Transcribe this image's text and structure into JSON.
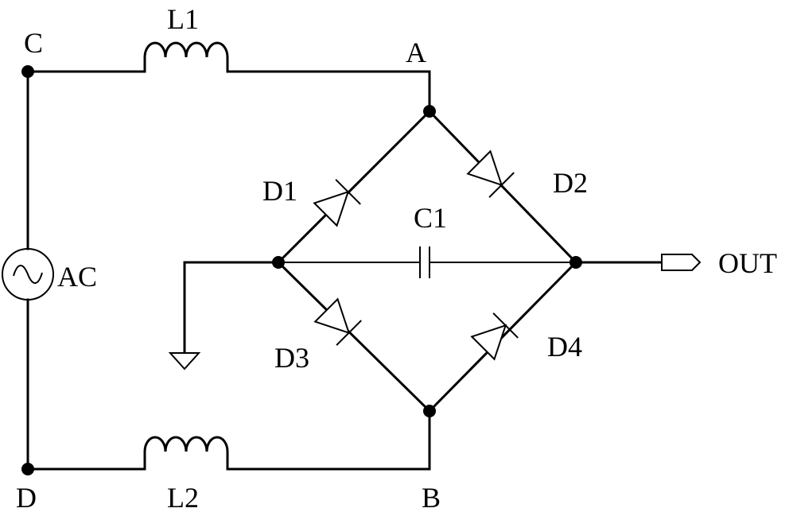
{
  "labels": {
    "node_c": "C",
    "node_d": "D",
    "node_a": "A",
    "node_b": "B",
    "inductor_1": "L1",
    "inductor_2": "L2",
    "source": "AC",
    "diode_1": "D1",
    "diode_2": "D2",
    "diode_3": "D3",
    "diode_4": "D4",
    "capacitor": "C1",
    "output": "OUT"
  },
  "icons": {
    "source": "ac-source-icon",
    "ground": "ground-icon",
    "output_port": "output-port-icon"
  }
}
